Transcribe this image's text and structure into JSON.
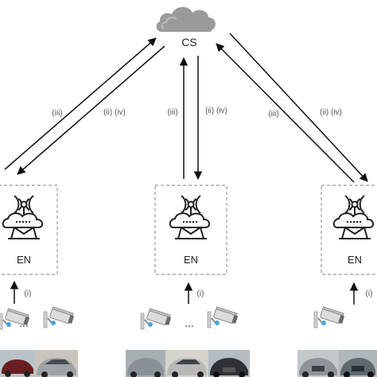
{
  "diagram": {
    "cloud_label": "CS",
    "edge_node_label": "EN",
    "link_labels": {
      "upload": "(iii)",
      "download": "(ii) (iv)",
      "sensing": "(i)"
    },
    "ellipsis": "...",
    "icons": {
      "cloud": "cloud-icon",
      "tower": "edge-tower-icon",
      "camera": "cctv-camera-icon",
      "car": "car-photo"
    },
    "colors": {
      "cloud": "#9a9a9a",
      "box_border": "#999999",
      "arrow": "#111111",
      "camera_lens": "#4aa3df"
    }
  }
}
